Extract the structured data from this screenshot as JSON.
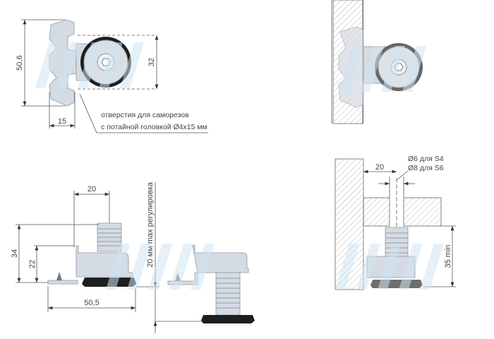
{
  "top_left": {
    "dim_height": "50,6",
    "dim_wheel": "32",
    "dim_offset": "15",
    "note_line1": "отверстия для саморезов",
    "note_line2": "с потайной головкой Ø4x15 мм"
  },
  "bottom_left": {
    "dim_screw_offset": "20",
    "dim_total_height": "34",
    "dim_body_height": "22",
    "dim_length": "50,5",
    "adjust_label": "20 мм max регулировка"
  },
  "bottom_right": {
    "dim_offset": "20",
    "hole_s4": "Ø6 для S4",
    "hole_s6": "Ø8 для S6",
    "dim_min_height": "35 min"
  },
  "colors": {
    "part": "#d5dbe2",
    "foot": "#1e1e1e",
    "watermark": "#cfe3f3"
  }
}
